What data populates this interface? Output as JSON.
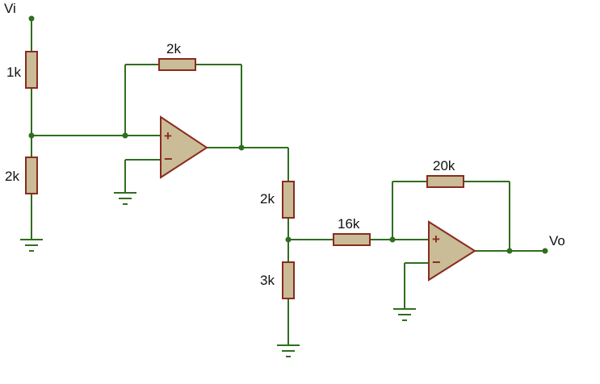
{
  "colors": {
    "wire": "#2f6e1f",
    "component_outline": "#8a2b1f",
    "component_fill": "#c9bc97",
    "node": "#2f6e1f",
    "text": "#111111",
    "background": "#ffffff"
  },
  "labels": {
    "input": "Vi",
    "output": "Vo",
    "r_top": "1k",
    "r_bottom": "2k",
    "r_feedback_1": "2k",
    "r_mid_top": "2k",
    "r_mid_bottom": "3k",
    "r_series": "16k",
    "r_feedback_2": "20k"
  },
  "opamp_symbols": {
    "plus": "+",
    "minus": "−"
  },
  "icons": [
    "opamp-icon",
    "resistor-icon",
    "ground-icon",
    "junction-icon",
    "terminal-icon"
  ]
}
